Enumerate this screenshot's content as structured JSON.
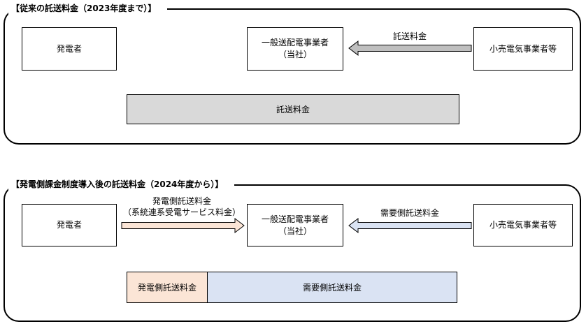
{
  "colors": {
    "gray_arrow": "#bfbfbf",
    "gray_bar": "#d9d9d9",
    "peach": "#fbe5d6",
    "light_blue": "#dae3f3"
  },
  "section1": {
    "title": "【従来の託送料金（2023年度まで）】",
    "generator": "発電者",
    "transmission_line1": "一般送配電事業者",
    "transmission_line2": "（当社）",
    "retailer": "小売電気事業者等",
    "arrow_label": "託送料金",
    "bar_label": "託送料金"
  },
  "section2": {
    "title": "【発電側課金制度導入後の託送料金（2024年度から）】",
    "generator": "発電者",
    "transmission_line1": "一般送配電事業者",
    "transmission_line2": "（当社）",
    "retailer": "小売電気事業者等",
    "gen_arrow_label_line1": "発電側託送料金",
    "gen_arrow_label_line2": "（系統連系受電サービス料金）",
    "demand_arrow_label": "需要側託送料金",
    "bar_gen_label": "発電側託送料金",
    "bar_demand_label": "需要側託送料金"
  }
}
